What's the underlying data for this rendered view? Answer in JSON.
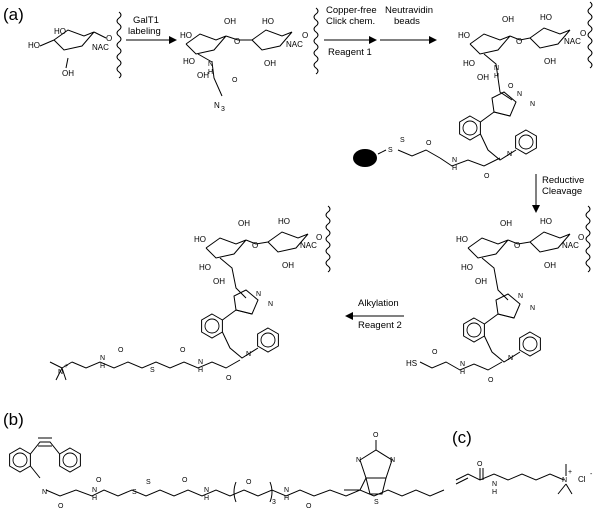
{
  "panels": {
    "a": "(a)",
    "b": "(b)",
    "c": "(c)"
  },
  "steps": {
    "s1": {
      "line1": "GalT1",
      "line2": "labeling"
    },
    "s2": {
      "line1": "Copper-free",
      "line2": "Click chem.",
      "line3": "Reagent 1"
    },
    "s3": {
      "line1": "Neutravidin",
      "line2": "beads"
    },
    "s4": {
      "line1": "Reductive",
      "line2": "Cleavage"
    },
    "s5": {
      "line1": "Alkylation",
      "line2": "Reagent 2"
    }
  },
  "atoms": {
    "ho": "HO",
    "oh": "OH",
    "o": "O",
    "nac": "NAC",
    "nh": "N",
    "h": "H",
    "n": "N",
    "n3": "N",
    "n3sub": "3",
    "s": "S",
    "hs": "HS",
    "nplus": "N",
    "plus": "+",
    "cl": "Cl",
    "clminus": "-",
    "sub3": "3"
  }
}
